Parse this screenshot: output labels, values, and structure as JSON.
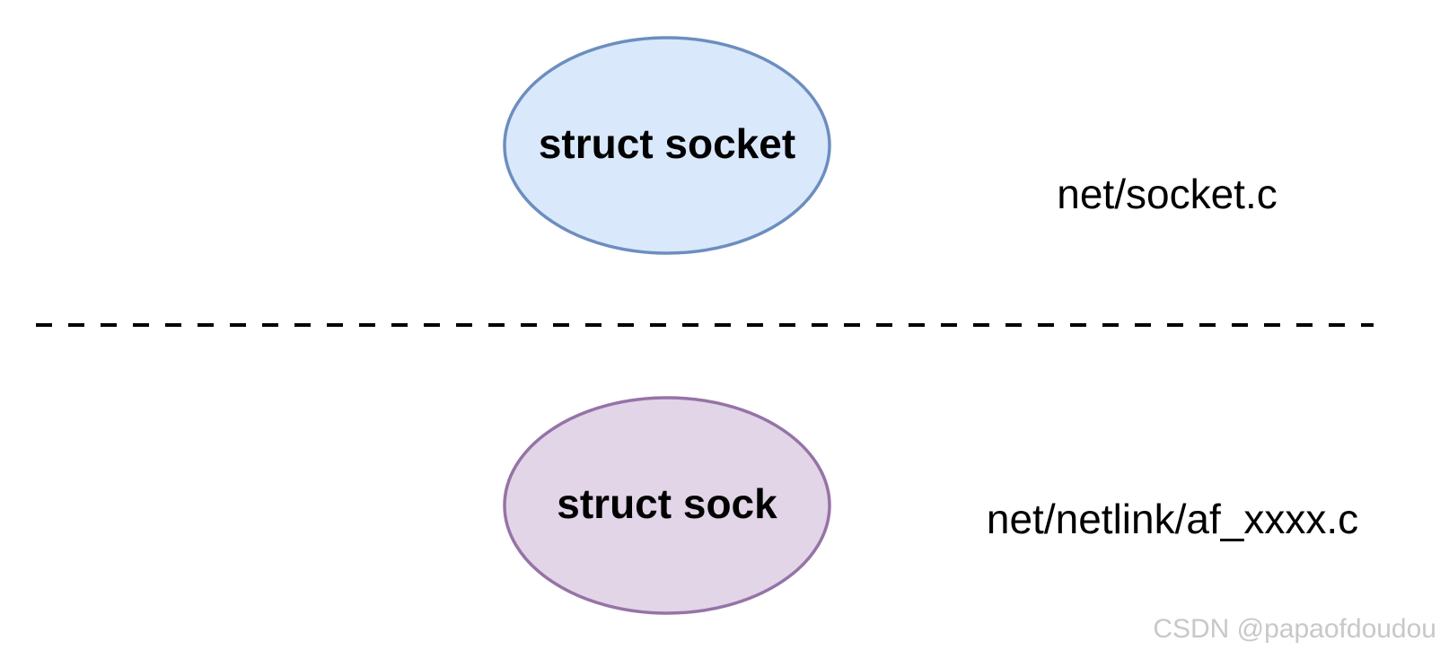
{
  "diagram": {
    "nodes": [
      {
        "id": "socket",
        "label": "struct socket",
        "fill": "#dae8fc",
        "stroke": "#6c8ebf"
      },
      {
        "id": "sock",
        "label": "struct sock",
        "fill": "#e1d5e7",
        "stroke": "#9673a6"
      }
    ],
    "files": {
      "upper": "net/socket.c",
      "lower": "net/netlink/af_xxxx.c"
    },
    "divider": {
      "style": "dashed",
      "color": "#000000"
    }
  },
  "watermark": "CSDN @papaofdoudou"
}
